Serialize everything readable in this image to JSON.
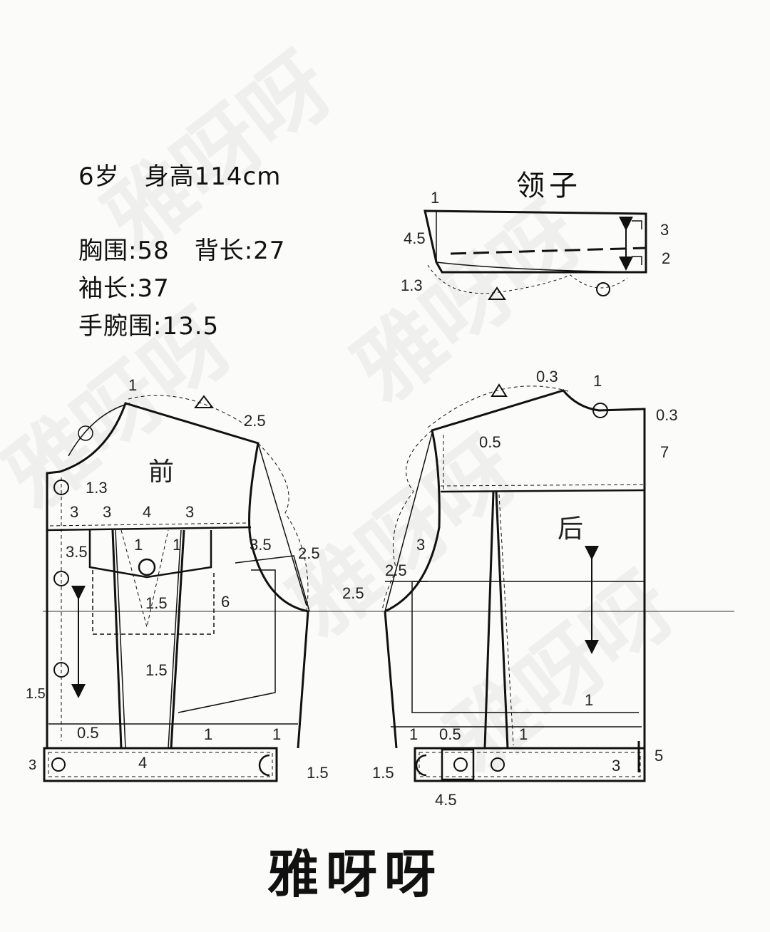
{
  "specs": {
    "age_height": "6岁　身高114cm",
    "chest_back": "胸围:58　背长:27",
    "sleeve": "袖长:37",
    "wrist": "手腕围:13.5"
  },
  "collar": {
    "title": "领子",
    "dims": {
      "d1": "1",
      "d45": "4.5",
      "d13": "1.3",
      "d3": "3",
      "d2": "2"
    }
  },
  "front": {
    "label": "前",
    "dims": {
      "top1": "1",
      "collar13": "1.3",
      "shoulder25": "2.5",
      "p3a": "3",
      "p3b": "3",
      "p4": "4",
      "p3c": "3",
      "d1a": "1",
      "d1b": "1",
      "side35": "3.5",
      "arm35": "3.5",
      "arm25": "2.5",
      "d15a": "1.5",
      "d6": "6",
      "d15b": "1.5",
      "hem15": "1.5",
      "d05": "0.5",
      "d4": "4",
      "d1c": "1",
      "d1d": "1",
      "d15c": "1.5",
      "band3": "3"
    }
  },
  "back": {
    "label": "后",
    "dims": {
      "top03": "0.3",
      "top1": "1",
      "right03": "0.3",
      "yoke7": "7",
      "d05": "0.5",
      "arm3": "3",
      "arm25a": "2.5",
      "arm25b": "2.5",
      "hem1": "1",
      "d1a": "1",
      "d05b": "0.5",
      "d1b": "1",
      "d15": "1.5",
      "band3": "3",
      "band5": "5",
      "tab45": "4.5"
    }
  },
  "symbols": {
    "circle": "○",
    "triangle": "△"
  },
  "brand": "雅呀呀",
  "watermark": "雅呀呀"
}
